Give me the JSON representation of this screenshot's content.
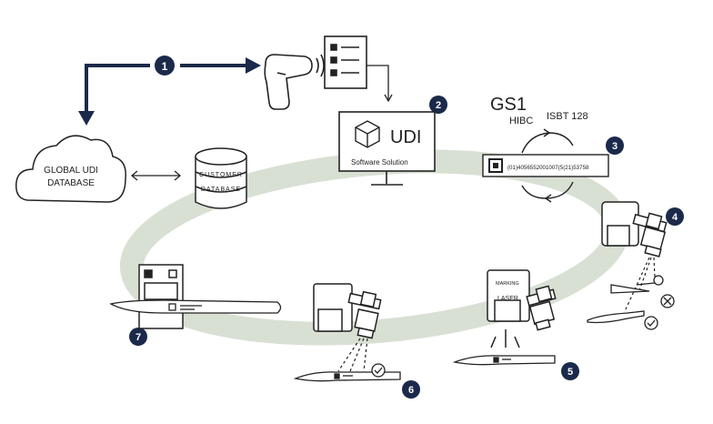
{
  "steps": [
    "1",
    "2",
    "3",
    "4",
    "5",
    "6",
    "7"
  ],
  "cloud": {
    "line1": "GLOBAL UDI",
    "line2": "DATABASE"
  },
  "database": {
    "line1": "CUSTOMER",
    "line2": "DATABASE"
  },
  "software": {
    "title": "UDI",
    "subtitle": "Software Solution"
  },
  "standards": {
    "gs1": "GS1",
    "hibc": "HIBC",
    "isbt": "ISBT 128"
  },
  "barcode_text": "(01)4056552001007(5(21)53758",
  "laser_label": {
    "line1": "MARKING",
    "line2": "LASER"
  },
  "colors": {
    "navy": "#1b2a4a",
    "ring": "#d8e0d4",
    "ink": "#222222",
    "white": "#ffffff"
  },
  "icons": [
    "barcode-scanner-icon",
    "document-list-icon",
    "monitor-icon",
    "cube-icon",
    "cloud-icon",
    "database-icon",
    "refresh-cycle-icon",
    "datamatrix-icon",
    "laser-marker-icon",
    "surgical-instrument-icon",
    "checkmark-icon",
    "scissors-icon",
    "reject-icon",
    "printed-label-icon"
  ]
}
